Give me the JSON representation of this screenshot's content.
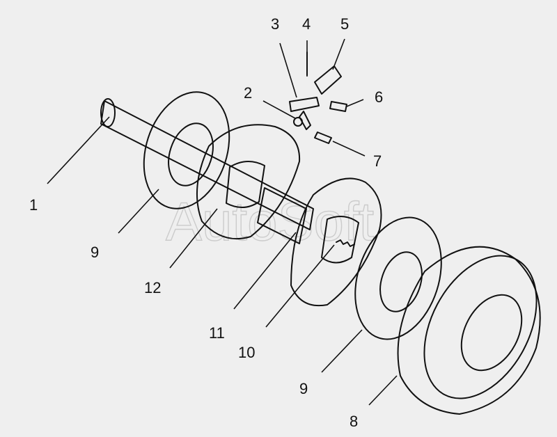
{
  "watermark": "AutoSoft",
  "callouts": [
    {
      "id": "1",
      "text": "1"
    },
    {
      "id": "2",
      "text": "2"
    },
    {
      "id": "3",
      "text": "3"
    },
    {
      "id": "4",
      "text": "4"
    },
    {
      "id": "5",
      "text": "5"
    },
    {
      "id": "6",
      "text": "6"
    },
    {
      "id": "7",
      "text": "7"
    },
    {
      "id": "8",
      "text": "8"
    },
    {
      "id": "9a",
      "text": "9"
    },
    {
      "id": "9b",
      "text": "9"
    },
    {
      "id": "10",
      "text": "10"
    },
    {
      "id": "11",
      "text": "11"
    },
    {
      "id": "12",
      "text": "12"
    }
  ]
}
